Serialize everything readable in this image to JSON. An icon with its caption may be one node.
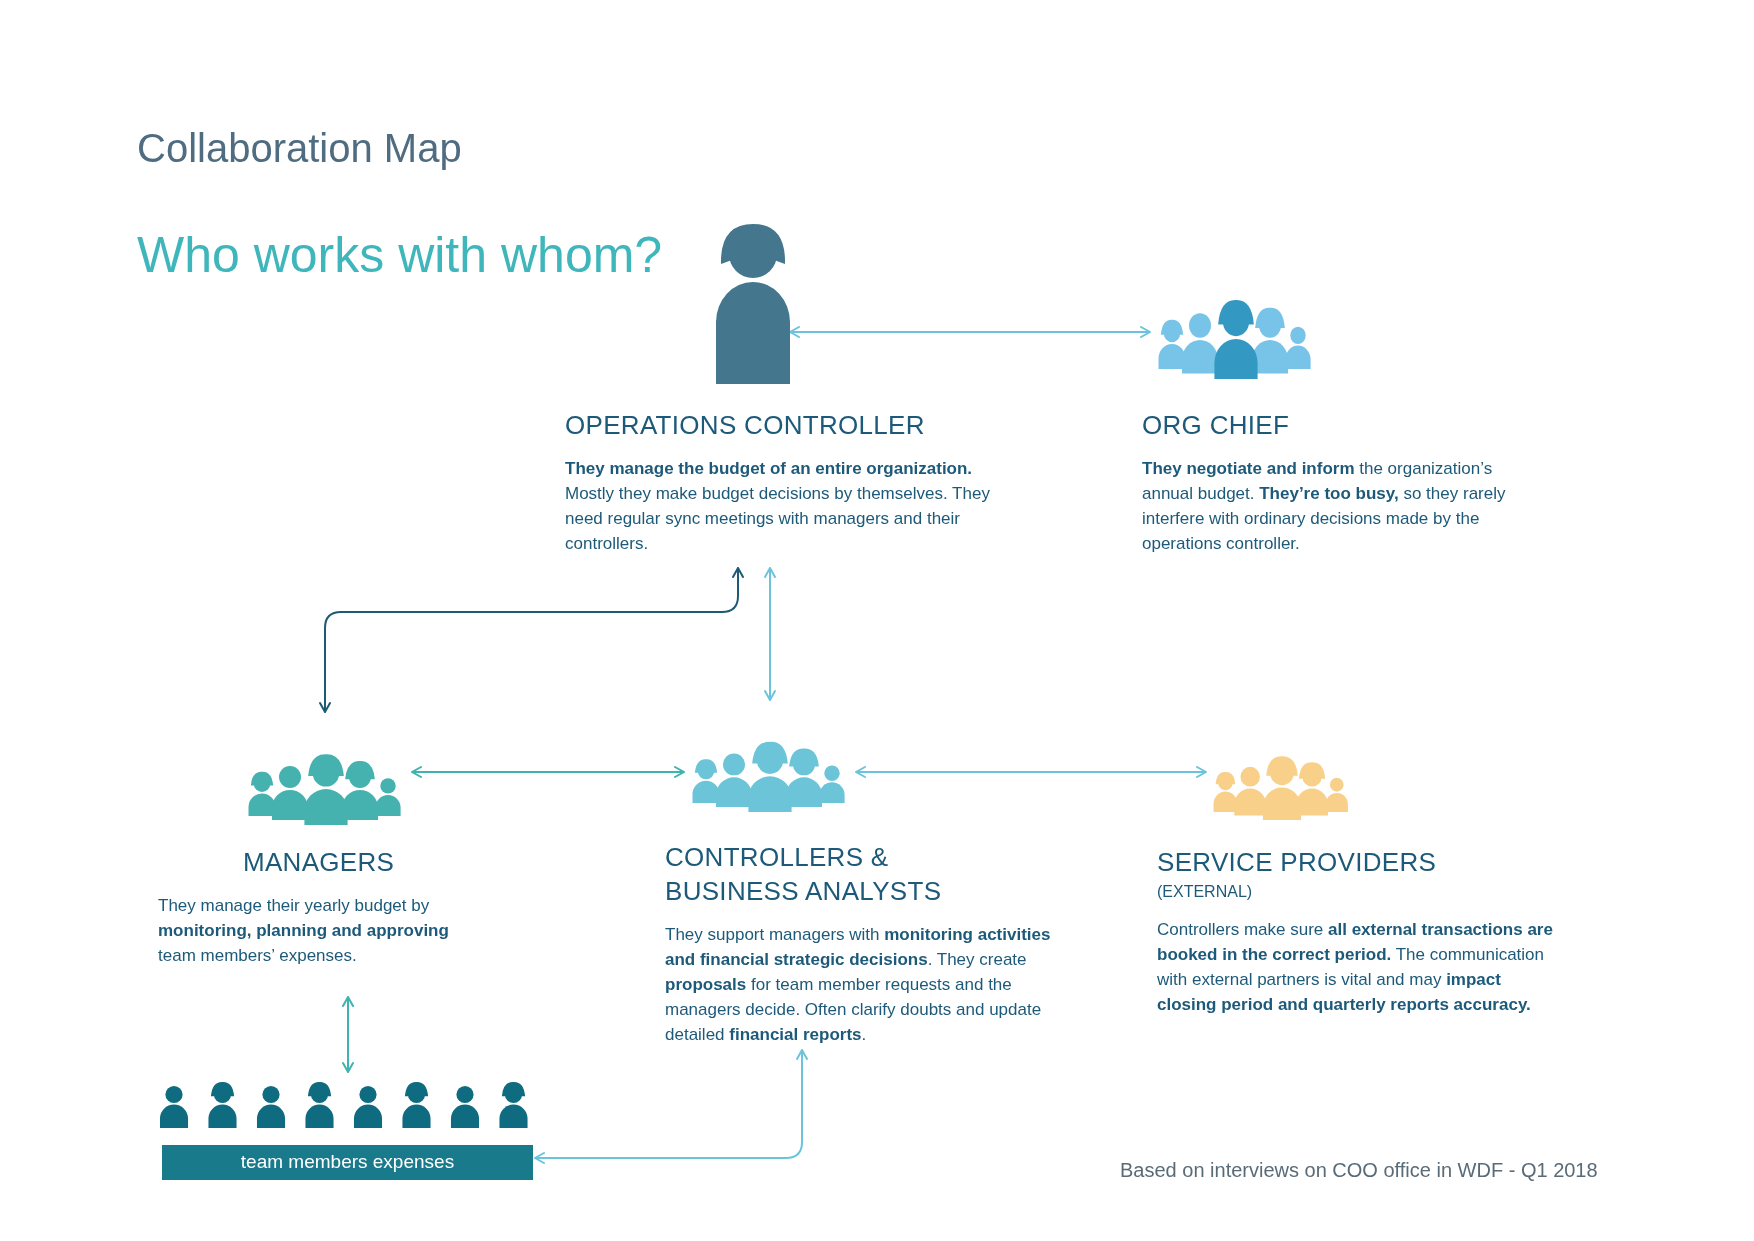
{
  "diagram": {
    "title": "Collaboration Map",
    "nodes": [
      {
        "text": [],
        "shape": "person"
      },
      {
        "text": [
          "OPERATIONS CONTROLLER",
          "**They manage the budget of an entire organization.** Mostly they make budget decisions by themselves. They need regular sync meetings with managers and their controllers."
        ]
      },
      {
        "text": [],
        "shape": "person"
      },
      {
        "text": [
          "ORG CHIEF",
          "**They negotiate and inform** the organization’s annual budget. **They’re too busy,** so they rarely interfere with ordinary decisions made by the operations controller."
        ]
      },
      {
        "text": [],
        "shape": "person"
      },
      {
        "text": [
          "MANAGERS",
          "They manage their yearly budget by **monitoring, planning and approving** team members’ expenses."
        ]
      },
      {
        "text": [],
        "shape": "person"
      },
      {
        "text": [
          "CONTROLLERS & BUSINESS ANALYSTS",
          "They support managers with **monitoring activities and financial strategic decisions**. They create **proposals** for team member requests and the managers decide. Often clarify doubts and update detailed **financial reports**."
        ]
      },
      {
        "text": [],
        "shape": "person"
      },
      {
        "text": [
          "SERVICE PROVIDERS",
          "(EXTERNAL)",
          "Controllers make sure **all external transactions are booked in the correct period.** The communication with external partners is vital and may **impact closing period and quarterly reports accuracy.**"
        ]
      },
      {
        "text": [
          "team members expenses"
        ]
      }
    ],
    "edges": [
      {
        "from": 0,
        "to": 2,
        "arrow": "both"
      },
      {
        "from": 4,
        "to": 1,
        "arrow": "both",
        "color": "#1d5a73"
      },
      {
        "from": 1,
        "to": 6,
        "arrow": "both"
      },
      {
        "from": 4,
        "to": 6,
        "arrow": "both",
        "color": "#3fb3b0"
      },
      {
        "from": 6,
        "to": 8,
        "arrow": "both"
      },
      {
        "from": 5,
        "to": 10,
        "arrow": "both",
        "color": "#3fb3b0"
      },
      {
        "from": 10,
        "to": 7,
        "arrow": "both"
      }
    ],
    "labels": [
      "Who works with whom?",
      "Based on interviews on COO office in WDF - Q1 2018"
    ]
  }
}
